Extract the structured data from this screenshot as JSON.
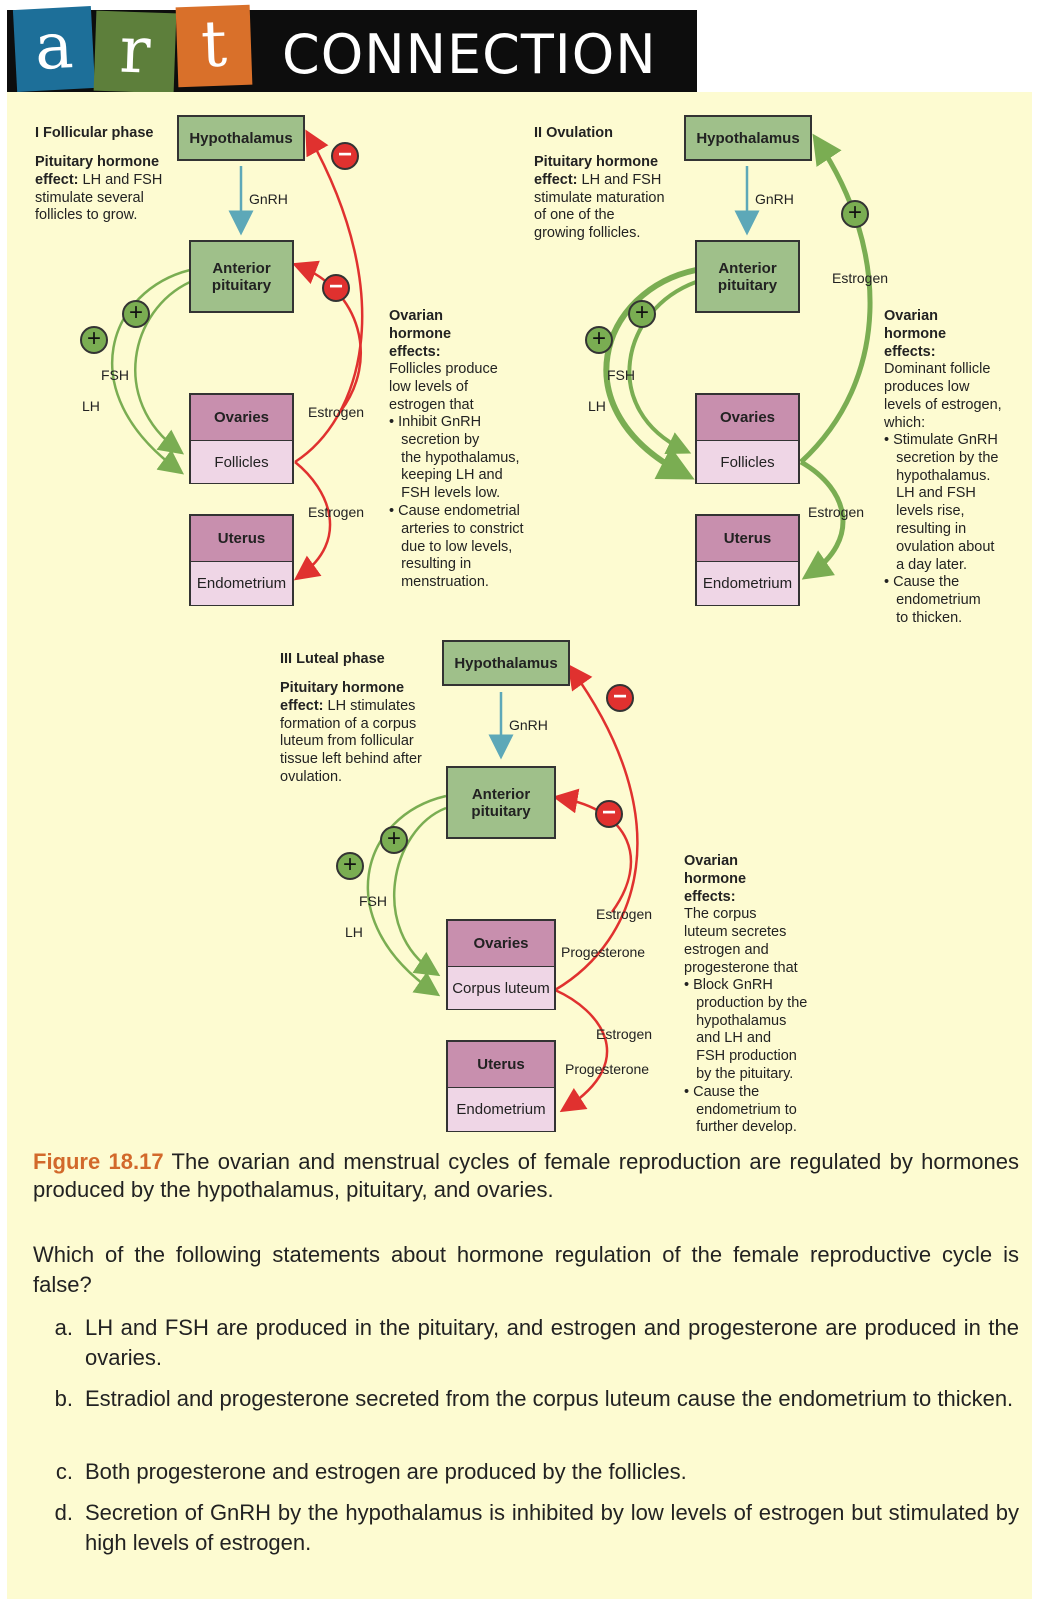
{
  "banner": {
    "letters": [
      "a",
      "r",
      "t"
    ],
    "word": "CONNECTION",
    "colors": {
      "a": "#1d6f99",
      "r": "#5d7f3b",
      "t": "#d9702a",
      "background": "#0d0d0d"
    }
  },
  "colors": {
    "green_box": "#9fc08a",
    "pink_box": "#c88fae",
    "light_pink": "#efd6e6",
    "panel": "#fdfbd1",
    "inhibit": "#e0312f",
    "stimulate": "#7aad52",
    "gnrh_arrow": "#5da8b8",
    "caption_label": "#d2692b"
  },
  "labels": {
    "hypothalamus": "Hypothalamus",
    "anterior": "Anterior",
    "pituitary": "pituitary",
    "ovaries": "Ovaries",
    "follicles": "Follicles",
    "uterus": "Uterus",
    "endometrium": "Endometrium",
    "corpus_luteum": "Corpus luteum",
    "gnrh": "GnRH",
    "fsh": "FSH",
    "lh": "LH",
    "estrogen": "Estrogen",
    "progesterone": "Progesterone",
    "plus": "+",
    "minus": "−"
  },
  "phase1": {
    "title": "I Follicular phase",
    "effect_bold": "Pituitary hormone",
    "effect_bold2": "effect:",
    "effect_lines": [
      " LH and FSH",
      "stimulate several",
      "follicles to grow."
    ],
    "ovarian_heading": [
      "Ovarian",
      "hormone",
      "effects:"
    ],
    "ovarian_lines": [
      "Follicles produce",
      "low levels of",
      "estrogen that"
    ],
    "bullets": [
      "• Inhibit GnRH",
      "   secretion by",
      "   the hypothalamus,",
      "   keeping LH and",
      "   FSH levels low.",
      "• Cause endometrial",
      "   arteries to constrict",
      "   due to low levels,",
      "   resulting in",
      "   menstruation."
    ]
  },
  "phase2": {
    "title": "II Ovulation",
    "effect_bold": "Pituitary hormone",
    "effect_bold2": "effect:",
    "effect_lines": [
      " LH and FSH",
      "stimulate maturation",
      "of one of the",
      "growing follicles."
    ],
    "ovarian_heading": [
      "Ovarian",
      "hormone",
      "effects:"
    ],
    "ovarian_lines": [
      "Dominant follicle",
      "produces low",
      "levels of estrogen,",
      "which:"
    ],
    "bullets": [
      "• Stimulate GnRH",
      "   secretion by the",
      "   hypothalamus.",
      "   LH and FSH",
      "   levels rise,",
      "   resulting in",
      "   ovulation about",
      "   a day later.",
      "• Cause the",
      "   endometrium",
      "   to thicken."
    ]
  },
  "phase3": {
    "title": "III Luteal phase",
    "effect_bold": "Pituitary hormone",
    "effect_bold2": "effect:",
    "effect_lines": [
      " LH stimulates",
      "formation of a corpus",
      "luteum from follicular",
      "tissue left behind after",
      "ovulation."
    ],
    "ovarian_heading": [
      "Ovarian",
      "hormone",
      "effects:"
    ],
    "ovarian_lines": [
      "The corpus",
      "luteum secretes",
      "estrogen and",
      "progesterone that"
    ],
    "bullets": [
      "• Block GnRH",
      "   production by the",
      "   hypothalamus",
      "   and LH and",
      "   FSH production",
      "   by the pituitary.",
      "• Cause the",
      "   endometrium to",
      "   further develop."
    ]
  },
  "caption": {
    "label": "Figure 18.17",
    "text": " The ovarian and menstrual cycles of female reproduction are regulated by hormones produced by the hypothalamus, pituitary, and ovaries."
  },
  "question": {
    "text": "Which of the following statements about hormone regulation of the female reproductive cycle is false?",
    "options": [
      {
        "letter": "a.",
        "text": "LH and FSH are produced in the pituitary, and estrogen and progesterone are produced in the ovaries."
      },
      {
        "letter": "b.",
        "text": "Estradiol and progesterone secreted from the corpus luteum cause the endometrium to thicken."
      },
      {
        "letter": "c.",
        "text": "Both progesterone and estrogen are produced by the follicles."
      },
      {
        "letter": "d.",
        "text": "Secretion of GnRH by the hypothalamus is inhibited by low levels of estrogen but stimulated by high levels of estrogen."
      }
    ]
  }
}
